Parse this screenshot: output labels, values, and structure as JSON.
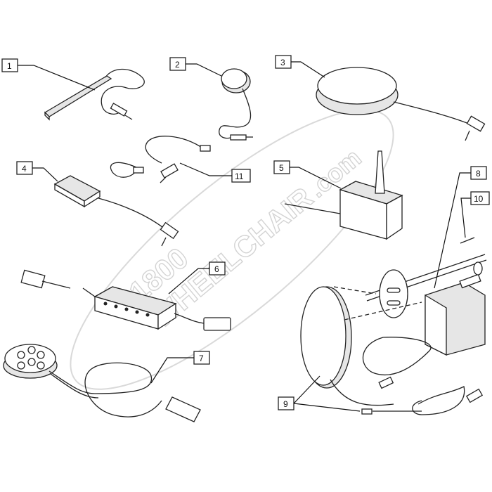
{
  "callouts": [
    {
      "id": "c1",
      "text": "1"
    },
    {
      "id": "c2",
      "text": "2"
    },
    {
      "id": "c3",
      "text": "3"
    },
    {
      "id": "c4",
      "text": "4"
    },
    {
      "id": "c5",
      "text": "5"
    },
    {
      "id": "c6",
      "text": "6"
    },
    {
      "id": "c7",
      "text": "7"
    },
    {
      "id": "c8",
      "text": "8"
    },
    {
      "id": "c9",
      "text": "9"
    },
    {
      "id": "c10",
      "text": "10"
    },
    {
      "id": "c11",
      "text": "11"
    }
  ],
  "watermark": {
    "line1": "1800",
    "line2": "WHEELCHAIR",
    "line3": ".com"
  }
}
